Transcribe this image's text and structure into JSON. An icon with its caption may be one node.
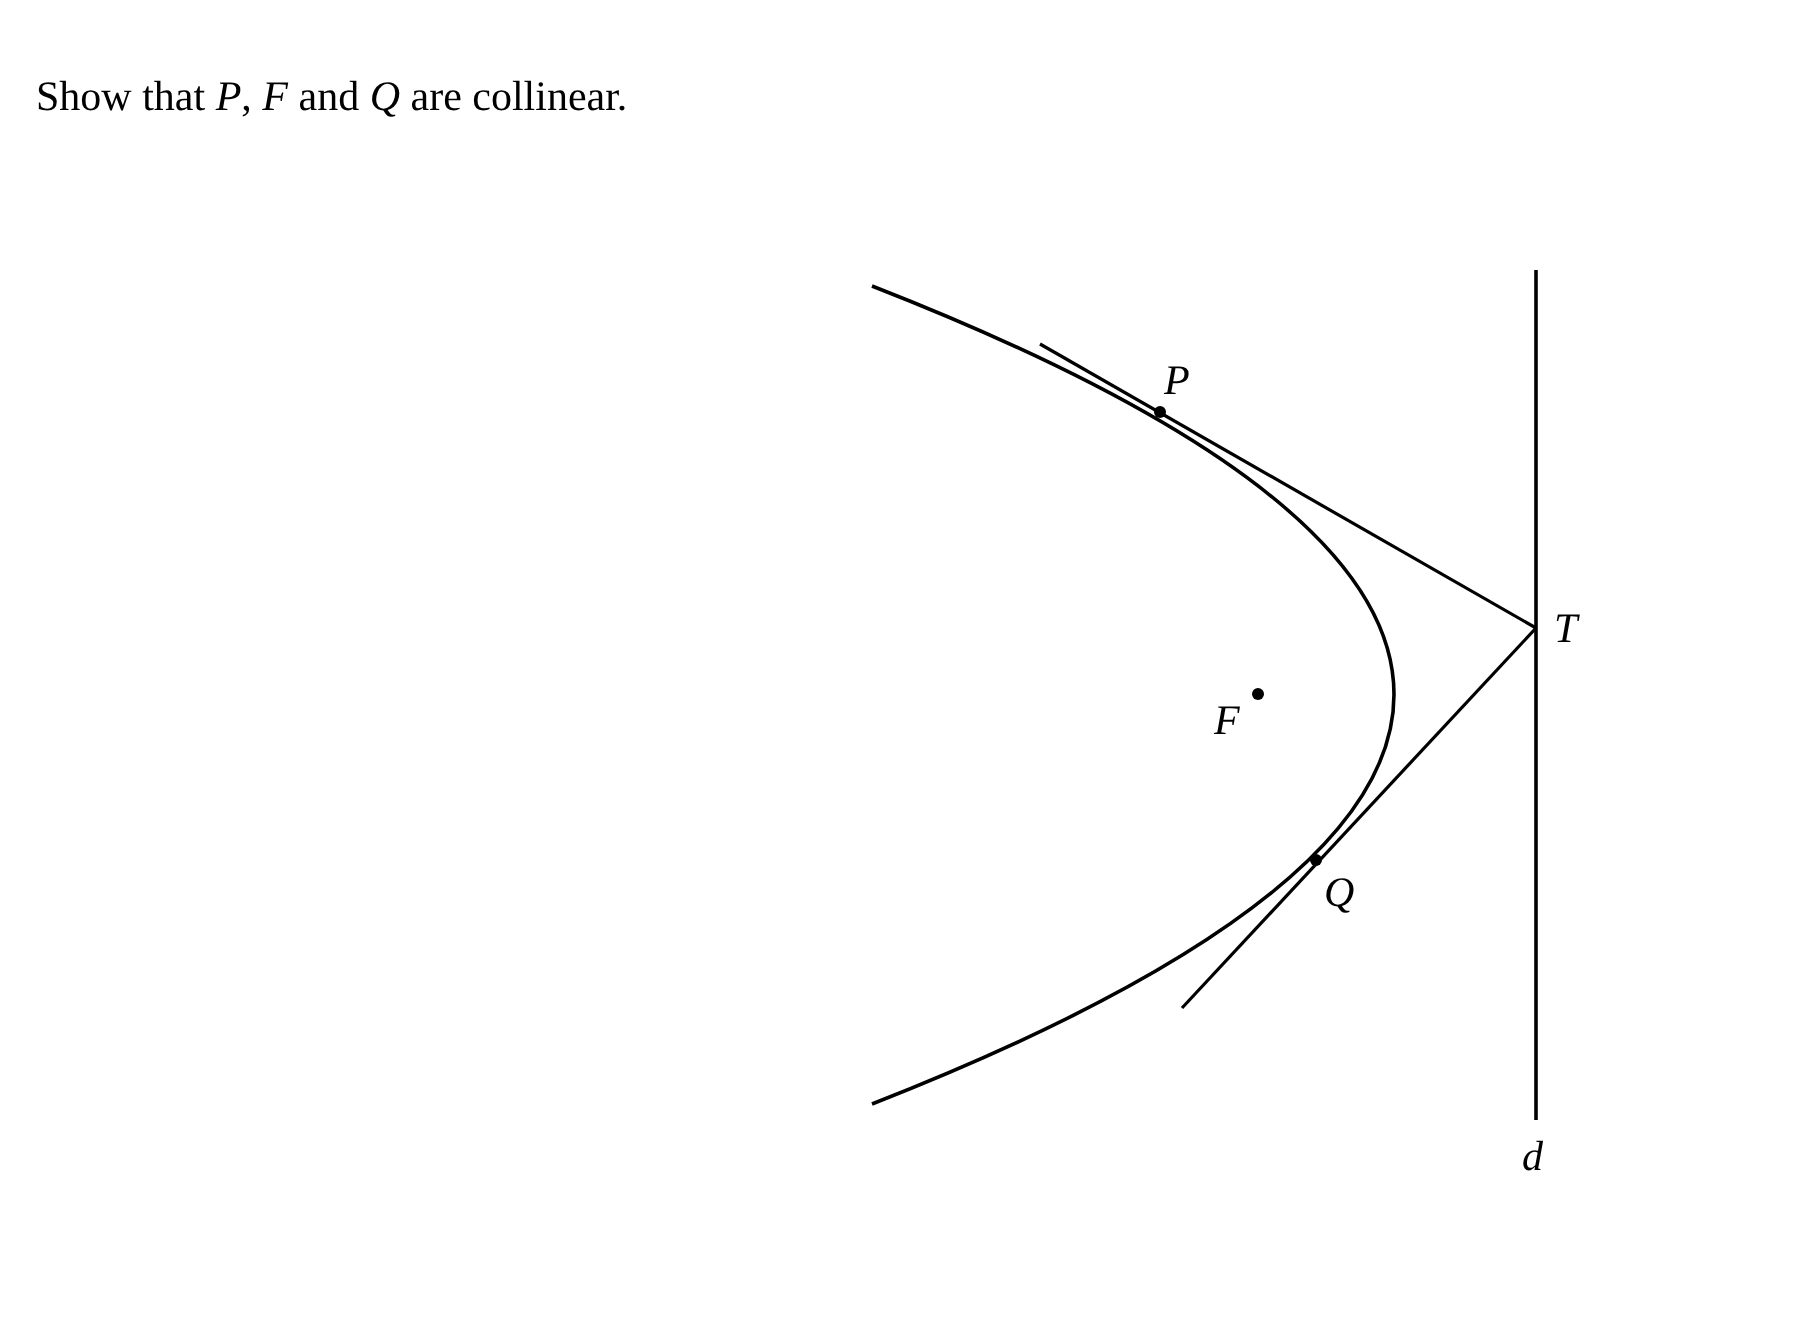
{
  "diagram": {
    "title": "Show that *P*, *F* and *Q* are collinear.",
    "labels": [
      "P",
      "T",
      "F",
      "Q",
      "d"
    ]
  }
}
